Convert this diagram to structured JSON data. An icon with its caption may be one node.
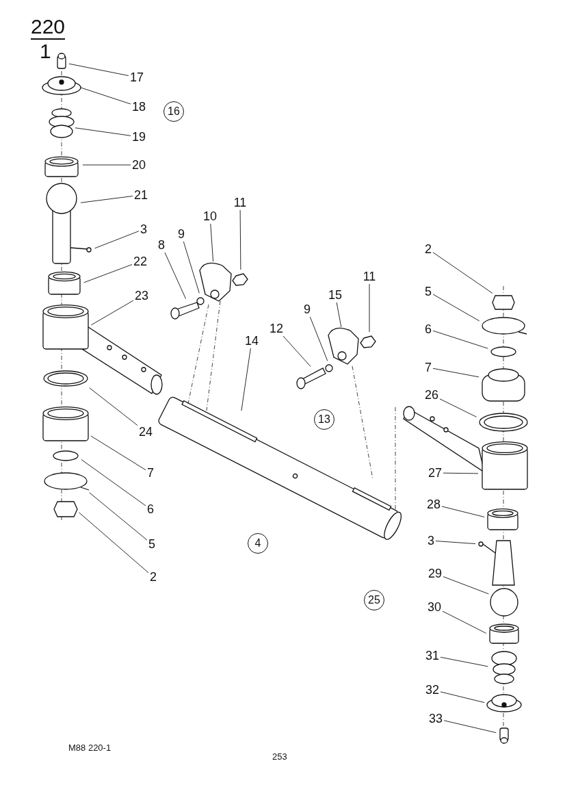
{
  "diagram": {
    "nodes": [
      {
        "text": [
          "17"
        ]
      },
      {
        "text": [
          "18"
        ]
      },
      {
        "text": [
          "19"
        ]
      },
      {
        "text": [
          "20"
        ]
      },
      {
        "text": [
          "21"
        ]
      },
      {
        "text": [
          "3"
        ]
      },
      {
        "text": [
          "22"
        ]
      },
      {
        "text": [
          "23"
        ]
      },
      {
        "text": [
          "24"
        ]
      },
      {
        "text": [
          "7"
        ]
      },
      {
        "text": [
          "6"
        ]
      },
      {
        "text": [
          "5"
        ]
      },
      {
        "text": [
          "2"
        ]
      },
      {
        "text": [
          "10"
        ]
      },
      {
        "text": [
          "11"
        ]
      },
      {
        "text": [
          "9"
        ]
      },
      {
        "text": [
          "8"
        ]
      },
      {
        "text": [
          "14"
        ]
      },
      {
        "text": [
          "12"
        ]
      },
      {
        "text": [
          "9"
        ]
      },
      {
        "text": [
          "15"
        ]
      },
      {
        "text": [
          "11"
        ]
      },
      {
        "text": [
          "2"
        ]
      },
      {
        "text": [
          "5"
        ]
      },
      {
        "text": [
          "6"
        ]
      },
      {
        "text": [
          "7"
        ]
      },
      {
        "text": [
          "26"
        ]
      },
      {
        "text": [
          "27"
        ]
      },
      {
        "text": [
          "28"
        ]
      },
      {
        "text": [
          "3"
        ]
      },
      {
        "text": [
          "29"
        ]
      },
      {
        "text": [
          "30"
        ]
      },
      {
        "text": [
          "31"
        ]
      },
      {
        "text": [
          "32"
        ]
      },
      {
        "text": [
          "33"
        ]
      },
      {
        "text": [
          "16"
        ]
      },
      {
        "text": [
          "13"
        ]
      },
      {
        "text": [
          "4"
        ]
      },
      {
        "text": [
          "25"
        ]
      }
    ],
    "edges": [
      {
        "from": 0,
        "to": null,
        "arrow": "none"
      },
      {
        "from": 1,
        "to": null,
        "arrow": "none"
      },
      {
        "from": 2,
        "to": null,
        "arrow": "none"
      },
      {
        "from": 3,
        "to": null,
        "arrow": "none"
      },
      {
        "from": 4,
        "to": null,
        "arrow": "none"
      },
      {
        "from": 5,
        "to": null,
        "arrow": "none"
      },
      {
        "from": 6,
        "to": null,
        "arrow": "none"
      },
      {
        "from": 7,
        "to": null,
        "arrow": "none"
      },
      {
        "from": 8,
        "to": null,
        "arrow": "none"
      },
      {
        "from": 9,
        "to": null,
        "arrow": "none"
      },
      {
        "from": 10,
        "to": null,
        "arrow": "none"
      },
      {
        "from": 11,
        "to": null,
        "arrow": "none"
      },
      {
        "from": 12,
        "to": null,
        "arrow": "none"
      },
      {
        "from": 13,
        "to": null,
        "arrow": "none"
      },
      {
        "from": 14,
        "to": null,
        "arrow": "none"
      },
      {
        "from": 15,
        "to": null,
        "arrow": "none"
      },
      {
        "from": 16,
        "to": null,
        "arrow": "none"
      },
      {
        "from": 17,
        "to": null,
        "arrow": "none"
      },
      {
        "from": 18,
        "to": null,
        "arrow": "none"
      },
      {
        "from": 19,
        "to": null,
        "arrow": "none"
      },
      {
        "from": 20,
        "to": null,
        "arrow": "none"
      },
      {
        "from": 21,
        "to": null,
        "arrow": "none"
      },
      {
        "from": 22,
        "to": null,
        "arrow": "none"
      },
      {
        "from": 23,
        "to": null,
        "arrow": "none"
      },
      {
        "from": 24,
        "to": null,
        "arrow": "none"
      },
      {
        "from": 25,
        "to": null,
        "arrow": "none"
      },
      {
        "from": 26,
        "to": null,
        "arrow": "none"
      },
      {
        "from": 27,
        "to": null,
        "arrow": "none"
      },
      {
        "from": 28,
        "to": null,
        "arrow": "none"
      },
      {
        "from": 29,
        "to": null,
        "arrow": "none"
      },
      {
        "from": 30,
        "to": null,
        "arrow": "none"
      },
      {
        "from": 31,
        "to": null,
        "arrow": "none"
      },
      {
        "from": 32,
        "to": null,
        "arrow": "none"
      },
      {
        "from": 33,
        "to": null,
        "arrow": "none"
      },
      {
        "from": 34,
        "to": null,
        "arrow": "none"
      }
    ],
    "labels": [
      "220",
      "1",
      "M88 220-1",
      "253"
    ]
  }
}
